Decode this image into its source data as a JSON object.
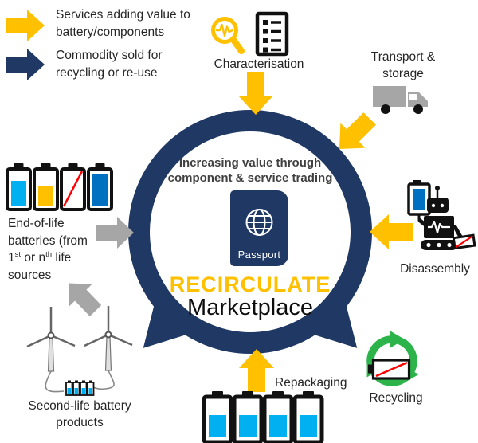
{
  "colors": {
    "accent_yellow": "#FFC000",
    "navy": "#1F3864",
    "gray_arrow": "#A6A6A6",
    "battery_cyan": "#00B0F0",
    "battery_blue": "#0070C0",
    "recycle_green": "#2CB34A",
    "alert_red": "#FF0000"
  },
  "icons": [
    "services-arrow-icon",
    "commodity-arrow-icon",
    "magnifier-waveform-icon",
    "checklist-icon",
    "truck-icon",
    "marketplace-ring",
    "globe-icon",
    "passport-icon",
    "end-of-life-batteries-icon",
    "robot-icon",
    "recycling-symbol-icon",
    "wind-turbines-icon",
    "battery-pack-icon",
    "repackaging-batteries-icon"
  ],
  "legend": {
    "services": {
      "line1": "Services adding value to",
      "line2": "battery/components"
    },
    "commodity": {
      "line1": "Commodity sold for",
      "line2": "recycling or re-use"
    }
  },
  "center": {
    "tagline_line1": "Increasing value through",
    "tagline_line2": "component & service trading",
    "passport_label": "Passport",
    "brand": "RECIRCULATE",
    "brand_sub": "Marketplace"
  },
  "nodes": {
    "characterisation": {
      "label": "Characterisation"
    },
    "transport": {
      "line1": "Transport &",
      "line2": "storage"
    },
    "disassembly": {
      "label": "Disassembly"
    },
    "recycling": {
      "label": "Recycling"
    },
    "repackaging": {
      "label": "Repackaging"
    },
    "end_of_life": {
      "line1": "End-of-life",
      "line2": "batteries (from",
      "line3_a": "1",
      "line3_sup1": "st",
      "line3_b": " or n",
      "line3_sup2": "th",
      "line3_c": " life",
      "line4": "sources"
    },
    "second_life": {
      "line1": "Second-life battery",
      "line2": "products"
    }
  }
}
